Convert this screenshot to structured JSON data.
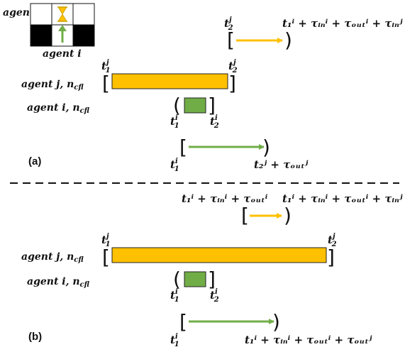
{
  "colors": {
    "orange": "#FFC000",
    "green": "#70AD47",
    "yellow_arrow": "#FFC000",
    "green_arrow": "#70AD47",
    "black_cell": "#000000"
  },
  "icons": {
    "hourglass": "hourglass-icon",
    "up_arrow": "up-arrow-icon"
  },
  "grid": {
    "label_agent_j": "agent j",
    "label_agent_i": "agent i"
  },
  "labels": {
    "agent_j_ncfl": "agent j, n",
    "agent_j_ncfl_sub": "cfl",
    "agent_i_ncfl": "agent i, n",
    "agent_i_ncfl_sub": "cfl"
  },
  "panel_a": {
    "tag": "(a)",
    "t2j": "t",
    "t2j_sub": "2",
    "t2j_sup": "j",
    "expr_top": "t₁ⁱ + τᵢₙⁱ + τₒᵤₜⁱ + τᵢₙʲ",
    "t1j_sup": "j",
    "t1j_sub": "1",
    "t2j_bar_sup": "j",
    "t2j_bar_sub": "2",
    "t1i_sup": "i",
    "t1i_sub": "1",
    "t2i_sup": "i",
    "t2i_sub": "2",
    "green_t1_sup": "i",
    "green_t1_sub": "1",
    "green_end": "t₂ʲ + τₒᵤₜʲ"
  },
  "panel_b": {
    "tag": "(b)",
    "expr_left": "t₁ⁱ + τᵢₙⁱ + τₒᵤₜⁱ",
    "expr_right": "t₁ⁱ + τᵢₙⁱ + τₒᵤₜⁱ + τᵢₙʲ",
    "t1j_sup": "j",
    "t1j_sub": "1",
    "t2j_sup": "j",
    "t2j_sub": "2",
    "t1i_sup": "i",
    "t1i_sub": "1",
    "t2i_sup": "i",
    "t2i_sub": "2",
    "green_t1_sup": "i",
    "green_t1_sub": "1",
    "green_end": "t₁ⁱ + τᵢₙⁱ + τₒᵤₜⁱ + τₒᵤₜʲ"
  }
}
